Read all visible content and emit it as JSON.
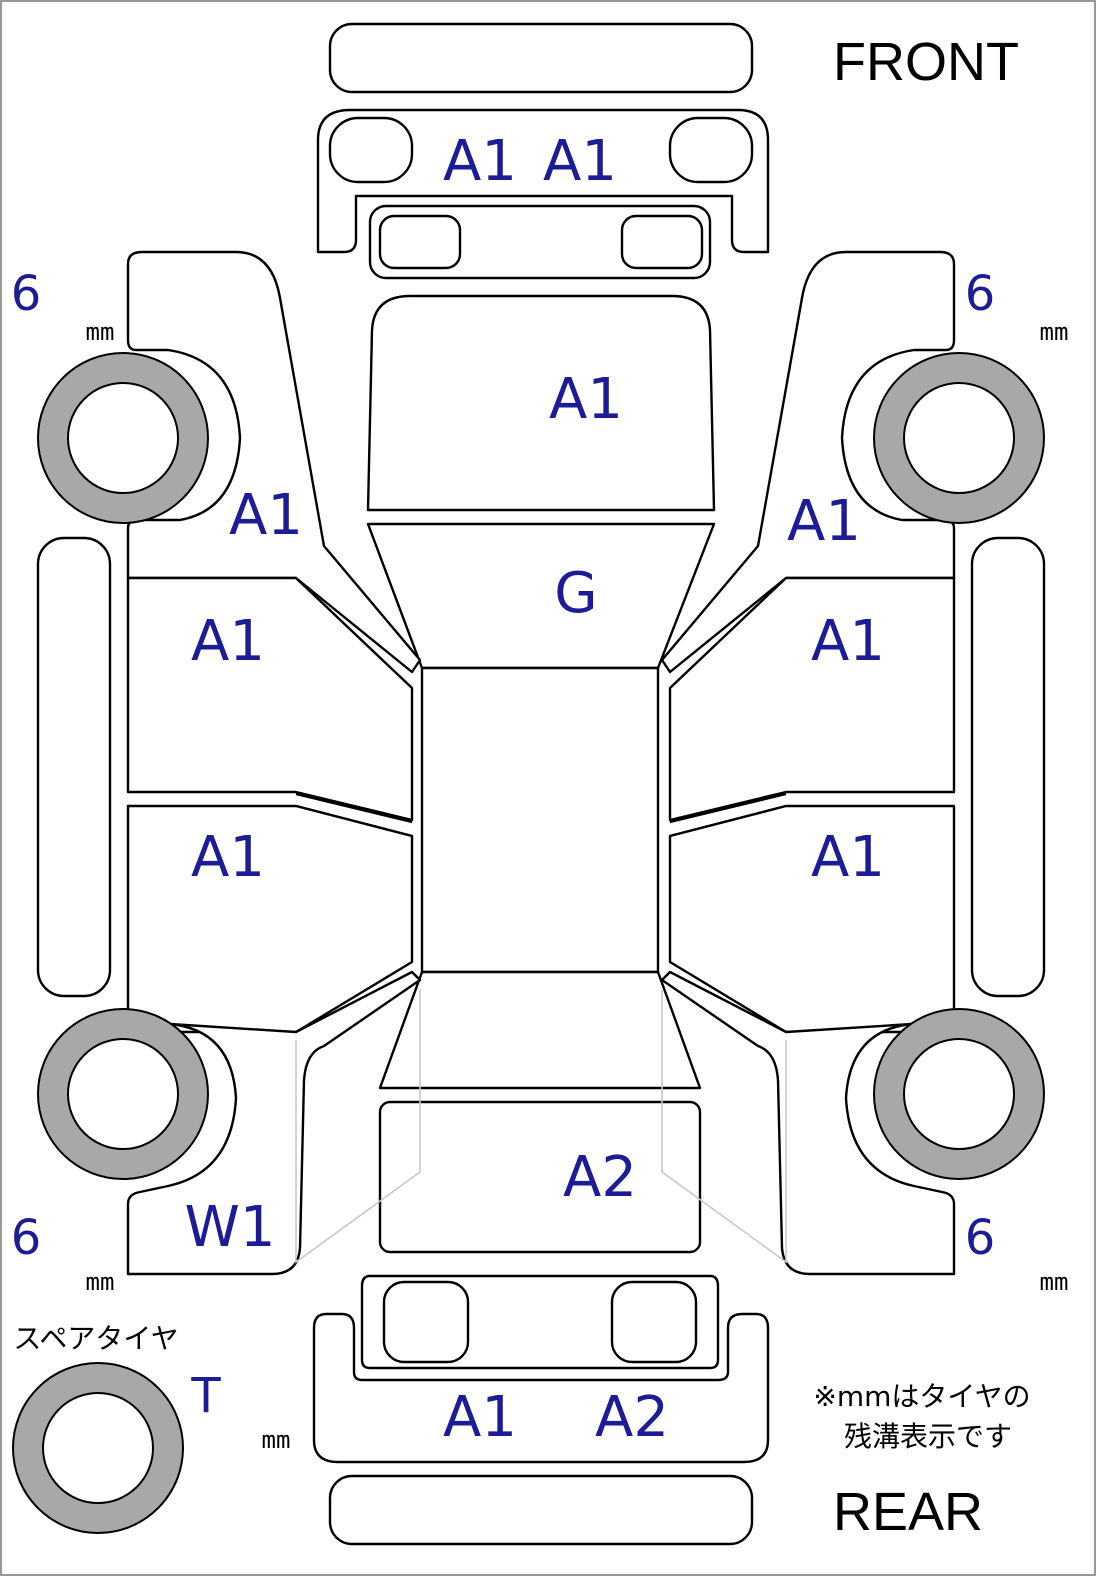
{
  "labels": {
    "front": "FRONT",
    "rear": "REAR",
    "spare_tire": "スペアタイヤ",
    "note_line1": "※mmはタイヤの",
    "note_line2": "残溝表示です"
  },
  "tires": {
    "front_left": {
      "depth": "6",
      "unit": "mm"
    },
    "front_right": {
      "depth": "6",
      "unit": "mm"
    },
    "rear_left": {
      "depth": "6",
      "unit": "mm"
    },
    "rear_right": {
      "depth": "6",
      "unit": "mm"
    },
    "spare": {
      "depth": "T",
      "unit": "mm"
    }
  },
  "grades": {
    "front_bumper_left": "A1",
    "front_bumper_right": "A1",
    "hood": "A1",
    "windshield": "G",
    "left_front_fender": "A1",
    "right_front_fender": "A1",
    "left_front_door": "A1",
    "right_front_door": "A1",
    "left_rear_door": "A1",
    "right_rear_door": "A1",
    "rear_hatch": "A2",
    "left_rear_quarter": "W1",
    "rear_bumper_left": "A1",
    "rear_bumper_right": "A2"
  },
  "colors": {
    "grade_text": "#1c1c96",
    "tire_tread": "#a8a8a8"
  }
}
